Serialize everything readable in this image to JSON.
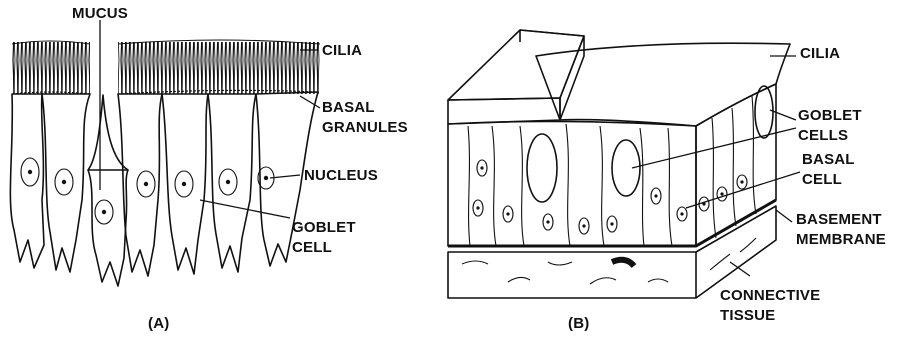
{
  "panel_a": {
    "caption": "(A)",
    "labels": {
      "mucus": "MUCUS",
      "cilia": "CILIA",
      "basal_granules_1": "BASAL",
      "basal_granules_2": "GRANULES",
      "nucleus": "NUCLEUS",
      "goblet_cell_1": "GOBLET",
      "goblet_cell_2": "CELL"
    }
  },
  "panel_b": {
    "caption": "(B)",
    "labels": {
      "cilia": "CILIA",
      "goblet_cells_1": "GOBLET",
      "goblet_cells_2": "CELLS",
      "basal_cell_1": "BASAL",
      "basal_cell_2": "CELL",
      "basement_membrane_1": "BASEMENT",
      "basement_membrane_2": "MEMBRANE",
      "connective_tissue_1": "CONNECTIVE",
      "connective_tissue_2": "TISSUE"
    }
  },
  "colors": {
    "ink": "#111111",
    "paper": "#ffffff",
    "stipple": "#7a7a7a"
  }
}
